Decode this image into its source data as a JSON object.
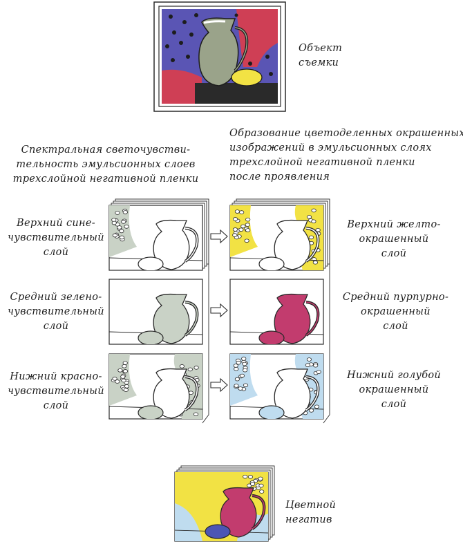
{
  "object": {
    "label_lines": [
      "Объект",
      "съемки"
    ]
  },
  "headers": {
    "left_lines": [
      "Спектральная светочувстви-",
      "тельность эмульсионных слоев",
      "трехслойной негативной пленки"
    ],
    "right_lines": [
      "Образование цветоделенных окрашенных",
      "изображений в эмульсионных слоях",
      "трехслойной негативной пленки",
      "после проявления"
    ]
  },
  "layers": [
    {
      "left_lines": [
        "Верхний сине-",
        "чувствительный",
        "слой"
      ],
      "right_lines": [
        "Верхний желто-",
        "окрашенный",
        "слой"
      ],
      "dye_color": "#f2e244",
      "bg_color": "#c9d2c6"
    },
    {
      "left_lines": [
        "Средний зелено-",
        "чувствительный",
        "слой"
      ],
      "right_lines": [
        "Средний пурпурно-",
        "окрашенный",
        "слой"
      ],
      "dye_color": "#c23c6e",
      "bg_color": "#c9d2c6"
    },
    {
      "left_lines": [
        "Нижний красно-",
        "чувствительный",
        "слой"
      ],
      "right_lines": [
        "Нижний голубой",
        "окрашенный",
        "слой"
      ],
      "dye_color": "#bfdcef",
      "bg_color": "#c9d2c6"
    }
  ],
  "negative": {
    "label_lines": [
      "Цветной",
      "негатив"
    ]
  },
  "colors": {
    "object_blue": "#5a55b4",
    "object_red": "#cf3f55",
    "object_jug": "#9aa38a",
    "object_lemon": "#f2e244",
    "object_table": "#2a2a2a",
    "ink": "#2a2a2a",
    "stack_edge": "#c9d2c6",
    "neg_yellow": "#f2e244",
    "neg_magenta": "#c23c6e",
    "neg_cyan": "#bfdcef",
    "neg_lemon": "#4c56b4"
  }
}
